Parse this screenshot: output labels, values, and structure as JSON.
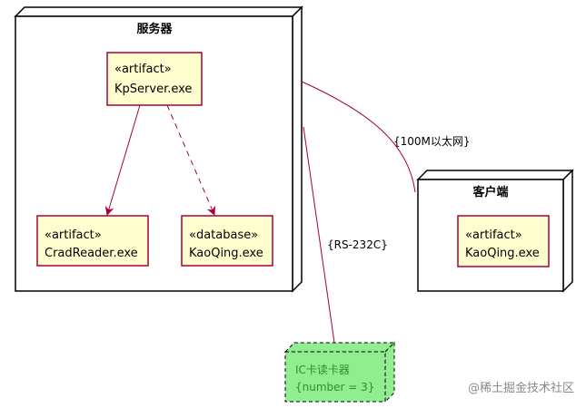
{
  "nodes": {
    "server": {
      "title": "服务器"
    },
    "client": {
      "title": "客户端"
    }
  },
  "artifacts": {
    "kpserver": {
      "stereotype": "«artifact»",
      "name": "KpServer.exe"
    },
    "cardreader": {
      "stereotype": "«artifact»",
      "name": "CradReader.exe"
    },
    "kaoqing_db": {
      "stereotype": "«database»",
      "name": "KaoQing.exe"
    },
    "kaoqing_client": {
      "stereotype": "«artifact»",
      "name": "KaoQing.exe"
    }
  },
  "ic_reader": {
    "line1": "IC卡读卡器",
    "line2": "{number = 3}"
  },
  "edges": {
    "network": "{100M以太网}",
    "serial": "{RS-232C}"
  },
  "colors": {
    "artifact_fill": "#fefece",
    "artifact_border": "#a80036",
    "edge": "#a80036",
    "ic_fill": "#90ee90"
  },
  "watermark": "@稀土掘金技术社区"
}
